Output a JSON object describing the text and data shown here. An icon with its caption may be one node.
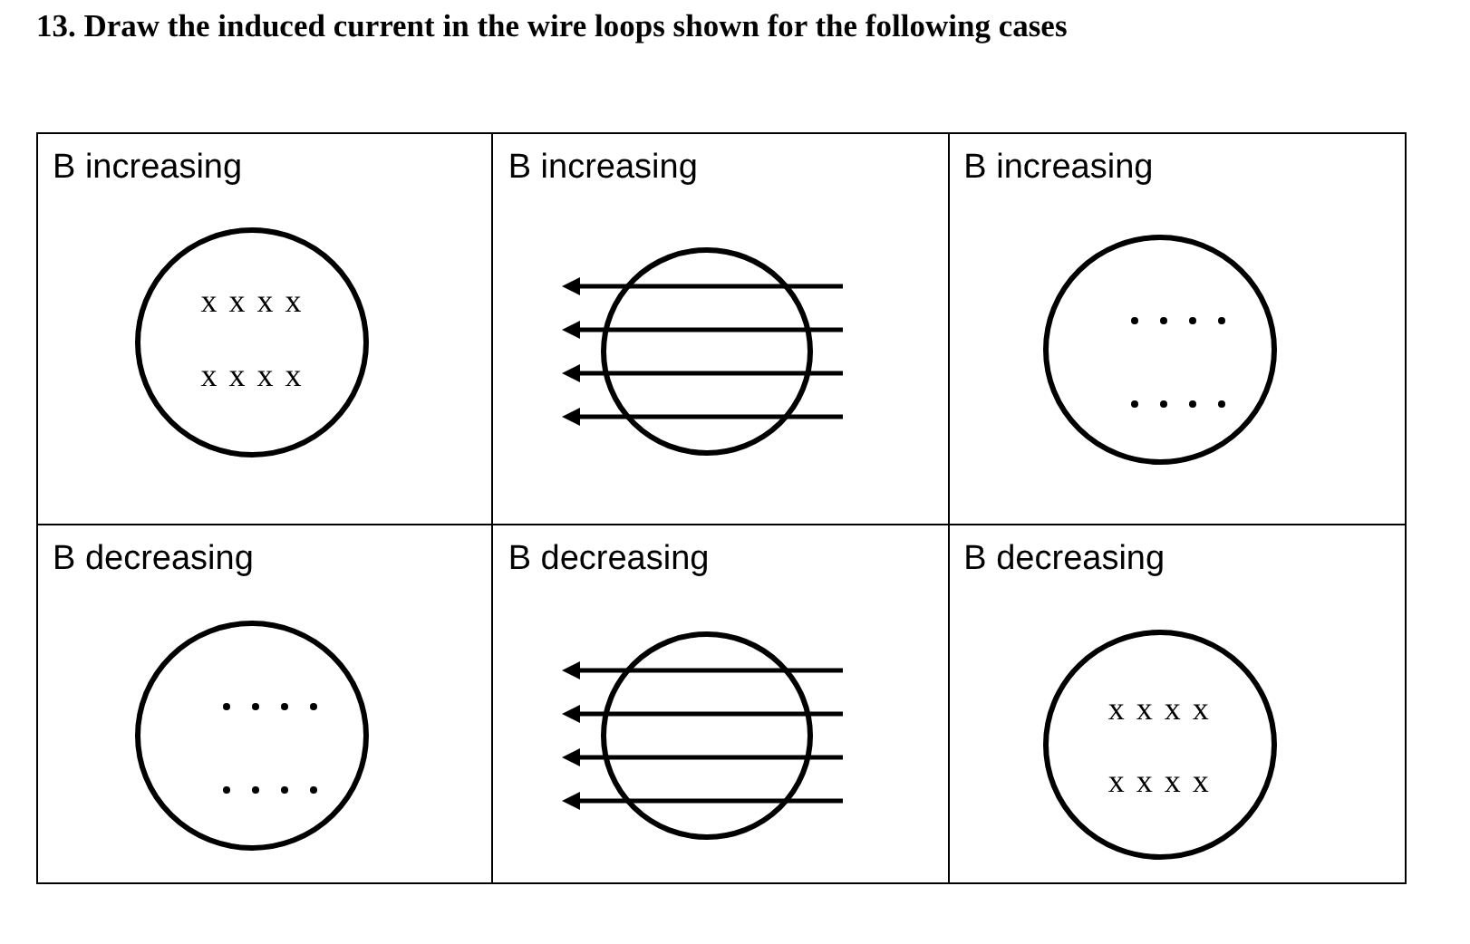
{
  "diagram": {
    "title": "13. Draw the induced current in the wire loops shown for the following cases",
    "nodes": [
      {
        "text": [
          "B increasing"
        ]
      },
      {
        "text": [
          "B increasing"
        ]
      },
      {
        "text": [
          "B increasing"
        ]
      },
      {
        "text": [
          "B decreasing"
        ]
      },
      {
        "text": [
          "B decreasing"
        ]
      },
      {
        "text": [
          "B decreasing"
        ]
      }
    ],
    "labels": [
      "x x x x",
      "x x x x",
      "x x x x",
      "x x x x"
    ]
  }
}
